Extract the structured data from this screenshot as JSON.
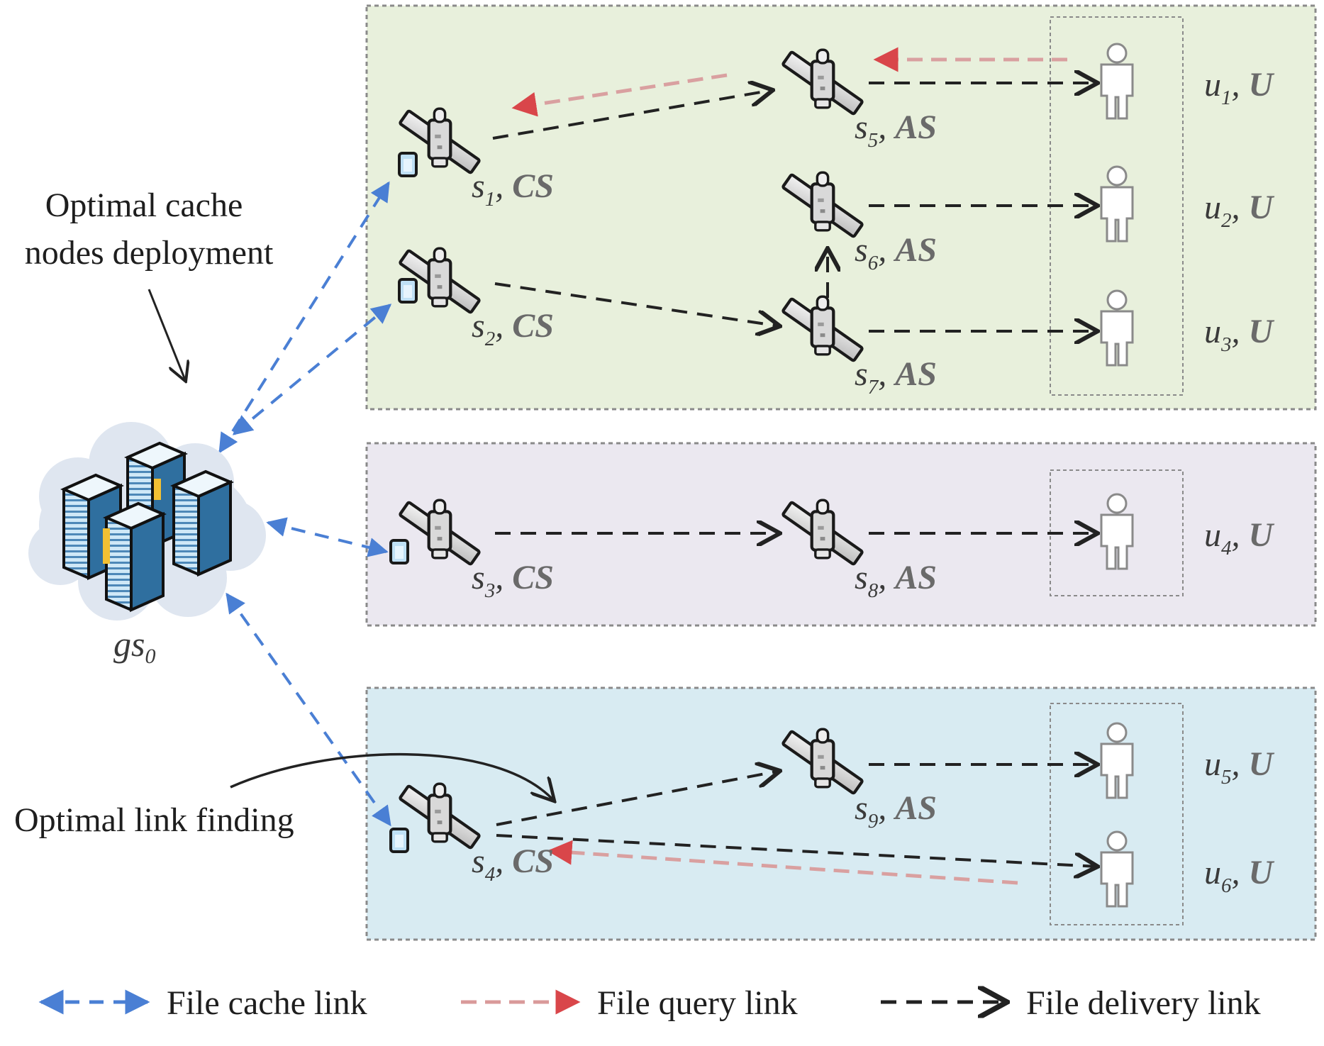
{
  "colors": {
    "panel_top_bg": "#e8f0dc",
    "panel_mid_bg": "#ebe8f0",
    "panel_bottom_bg": "#d8ebf2",
    "panel_border": "#8a8a8a",
    "cache_link": "#4a7fd4",
    "query_link": "#d9464a",
    "query_link_dash": "#d9a0a0",
    "delivery_link": "#222222"
  },
  "ground_station": {
    "name": "gs",
    "sub": "0"
  },
  "annotations": {
    "cache_deploy_line1": "Optimal cache",
    "cache_deploy_line2": "nodes deployment",
    "link_finding": "Optimal link finding"
  },
  "satellites": [
    {
      "id": "s1",
      "name": "s",
      "sub": "1",
      "role": "CS",
      "cache": true
    },
    {
      "id": "s2",
      "name": "s",
      "sub": "2",
      "role": "CS",
      "cache": true
    },
    {
      "id": "s3",
      "name": "s",
      "sub": "3",
      "role": "CS",
      "cache": true
    },
    {
      "id": "s4",
      "name": "s",
      "sub": "4",
      "role": "CS",
      "cache": true
    },
    {
      "id": "s5",
      "name": "s",
      "sub": "5",
      "role": "AS",
      "cache": false
    },
    {
      "id": "s6",
      "name": "s",
      "sub": "6",
      "role": "AS",
      "cache": false
    },
    {
      "id": "s7",
      "name": "s",
      "sub": "7",
      "role": "AS",
      "cache": false
    },
    {
      "id": "s8",
      "name": "s",
      "sub": "8",
      "role": "AS",
      "cache": false
    },
    {
      "id": "s9",
      "name": "s",
      "sub": "9",
      "role": "AS",
      "cache": false
    }
  ],
  "users": [
    {
      "id": "u1",
      "name": "u",
      "sub": "1",
      "role": "U"
    },
    {
      "id": "u2",
      "name": "u",
      "sub": "2",
      "role": "U"
    },
    {
      "id": "u3",
      "name": "u",
      "sub": "3",
      "role": "U"
    },
    {
      "id": "u4",
      "name": "u",
      "sub": "4",
      "role": "U"
    },
    {
      "id": "u5",
      "name": "u",
      "sub": "5",
      "role": "U"
    },
    {
      "id": "u6",
      "name": "u",
      "sub": "6",
      "role": "U"
    }
  ],
  "links": {
    "cache": [
      [
        "gs0",
        "s1"
      ],
      [
        "gs0",
        "s2"
      ],
      [
        "gs0",
        "s3"
      ],
      [
        "gs0",
        "s4"
      ]
    ],
    "query": [
      [
        "u1",
        "s5"
      ],
      [
        "s5",
        "s1"
      ],
      [
        "u6",
        "s4"
      ]
    ],
    "delivery": [
      [
        "s1",
        "s5"
      ],
      [
        "s5",
        "u1"
      ],
      [
        "s6",
        "u2"
      ],
      [
        "s2",
        "s7"
      ],
      [
        "s7",
        "s6"
      ],
      [
        "s7",
        "u3"
      ],
      [
        "s3",
        "s8"
      ],
      [
        "s8",
        "u4"
      ],
      [
        "s4",
        "s9"
      ],
      [
        "s9",
        "u5"
      ],
      [
        "s4",
        "u6"
      ]
    ]
  },
  "legend": {
    "cache": "File cache link",
    "query": "File query link",
    "delivery": "File delivery link"
  }
}
